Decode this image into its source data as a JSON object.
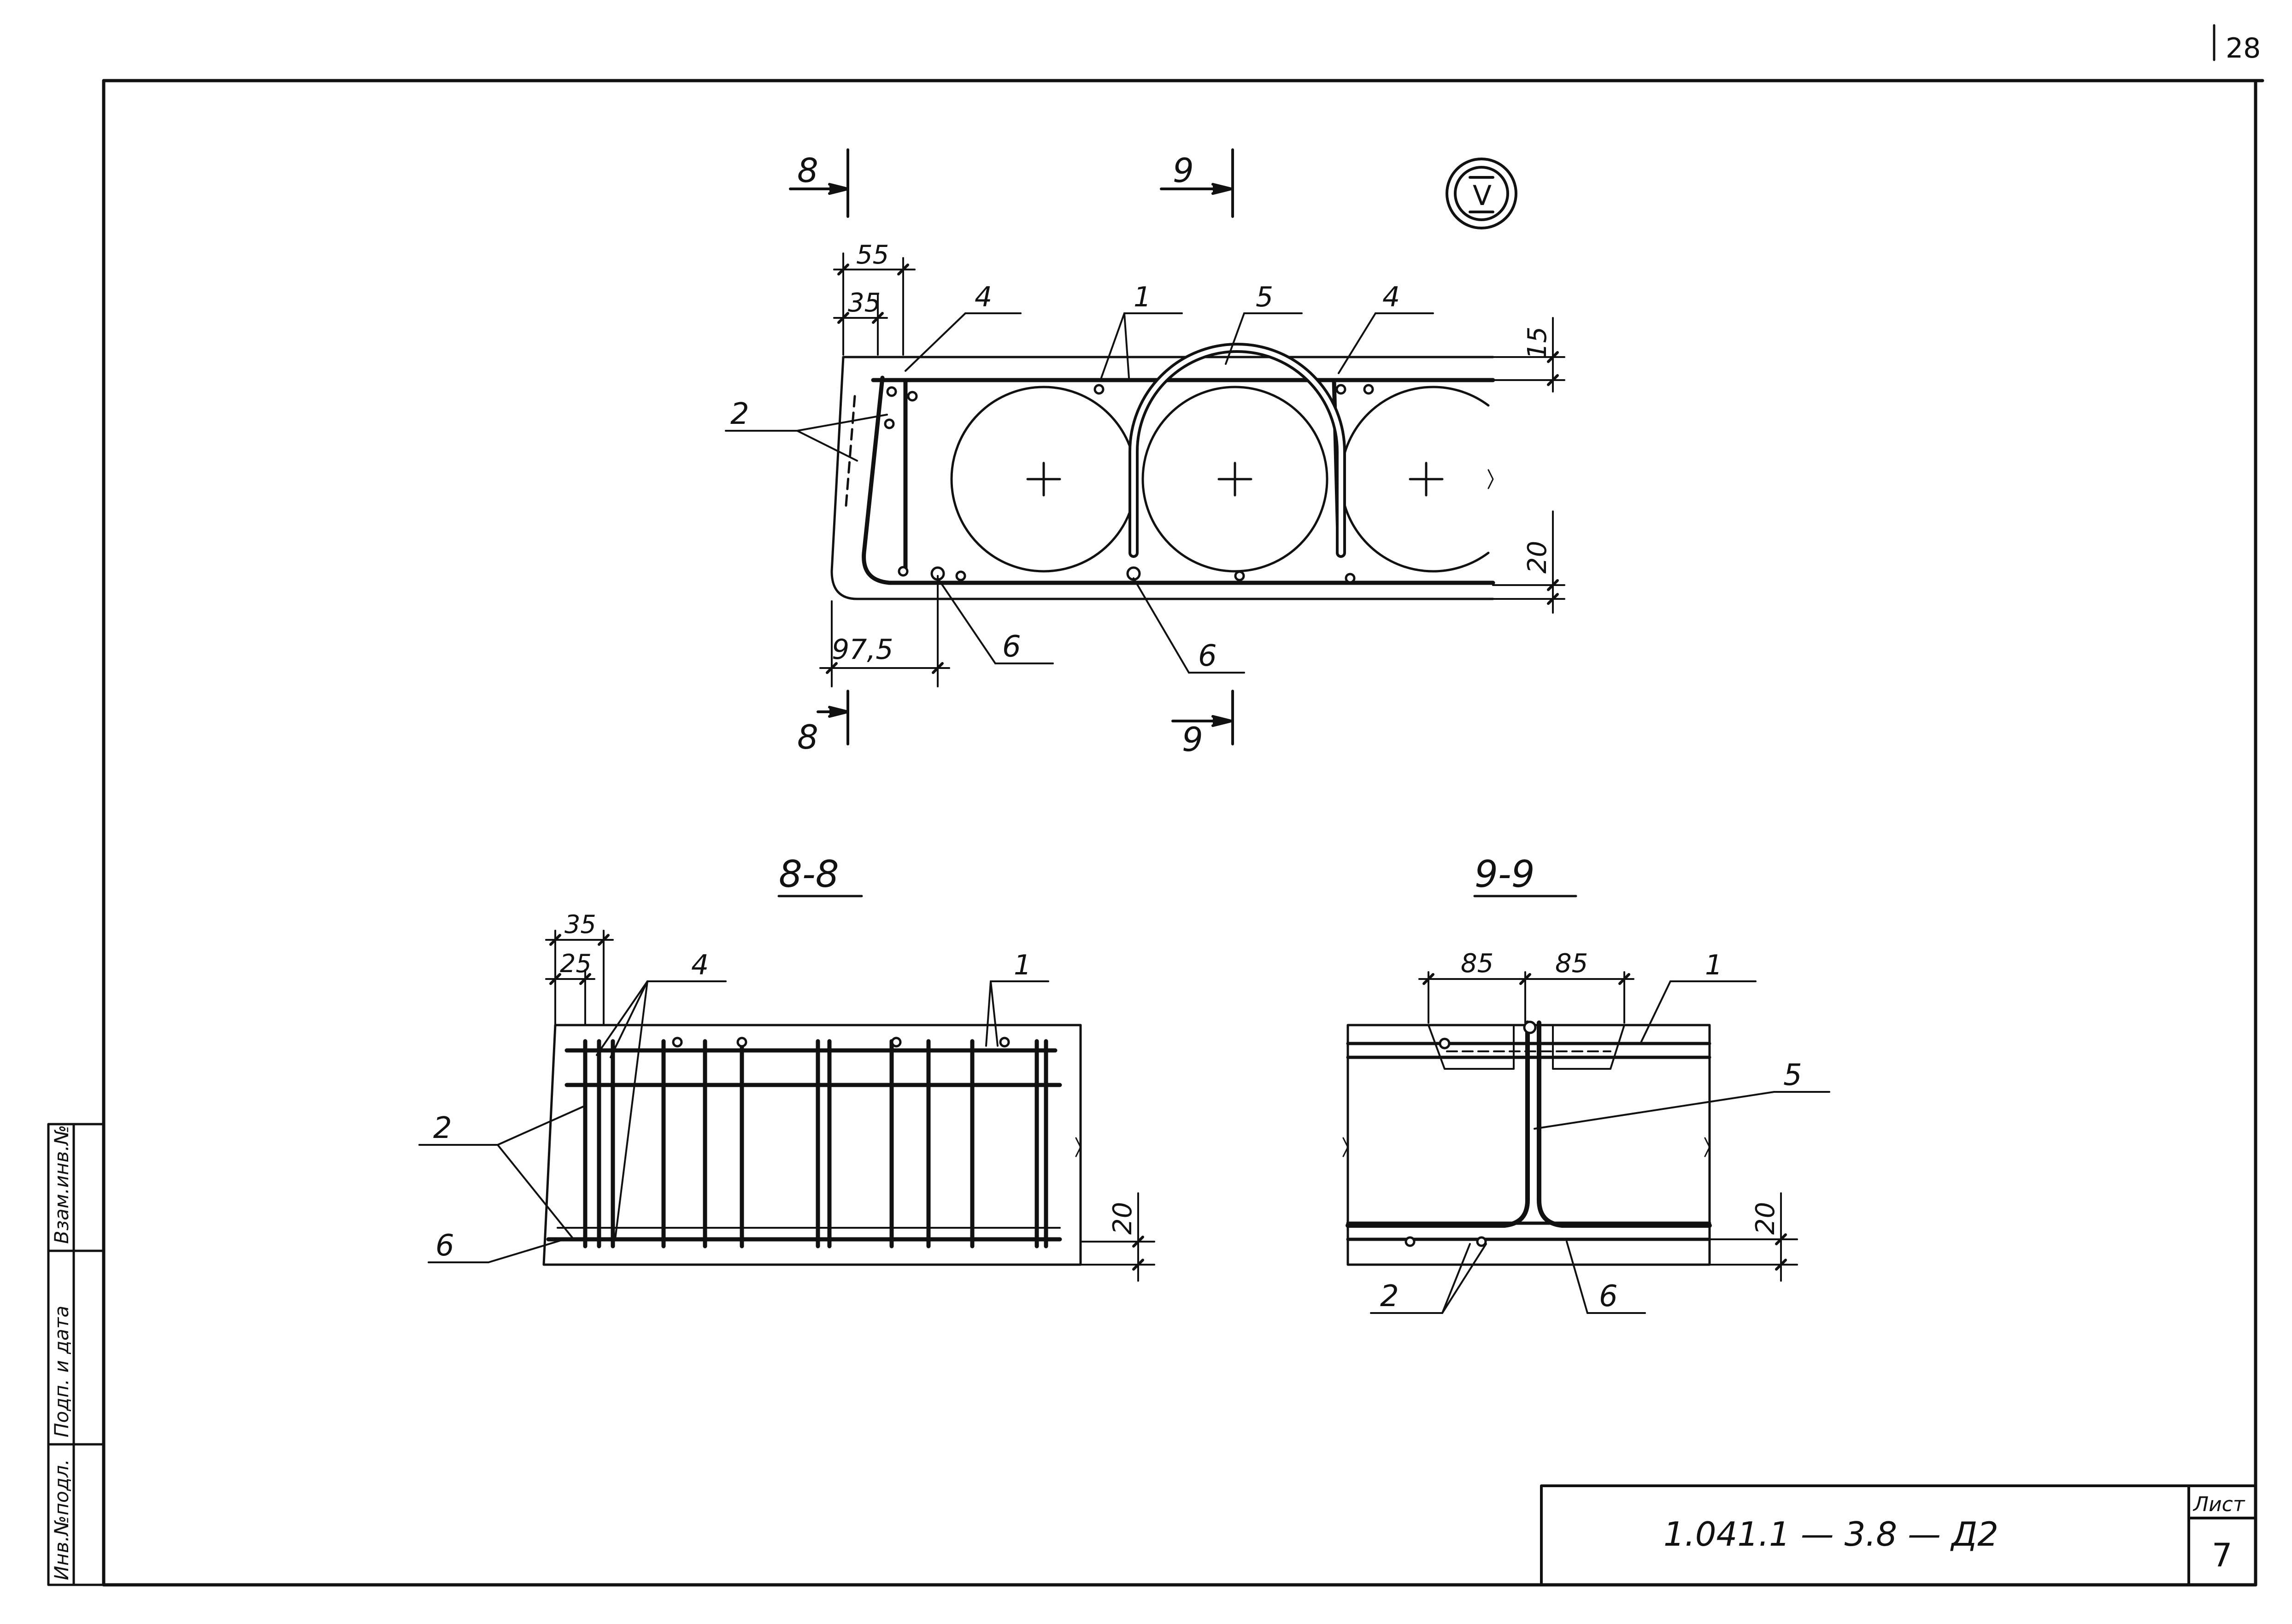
{
  "sheet": {
    "corner_number": "28",
    "stamp": {
      "designation": "1.041.1 — 3.8 — Д2",
      "sheet_label": "Лист",
      "sheet_number": "7"
    },
    "side_labels": [
      "Взам.инв.№",
      "Подп. и дата",
      "Инв.№подл."
    ]
  },
  "plan": {
    "node_mark": "V",
    "section_marks": {
      "a": "8",
      "b": "9"
    },
    "dimensions": {
      "d55": "55",
      "d35": "35",
      "d15": "15",
      "d20": "20",
      "d97": "97,5"
    },
    "leaders": {
      "p1": "1",
      "p2": "2",
      "p4": "4",
      "p5": "5",
      "p6": "6"
    }
  },
  "section88": {
    "title": "8-8",
    "dimensions": {
      "d35": "35",
      "d25": "25",
      "d20": "20"
    },
    "leaders": {
      "p1": "1",
      "p2": "2",
      "p4": "4",
      "p6": "6"
    }
  },
  "section99": {
    "title": "9-9",
    "dimensions": {
      "d85a": "85",
      "d85b": "85",
      "d20": "20"
    },
    "leaders": {
      "p1": "1",
      "p2": "2",
      "p5": "5",
      "p6": "6"
    }
  }
}
